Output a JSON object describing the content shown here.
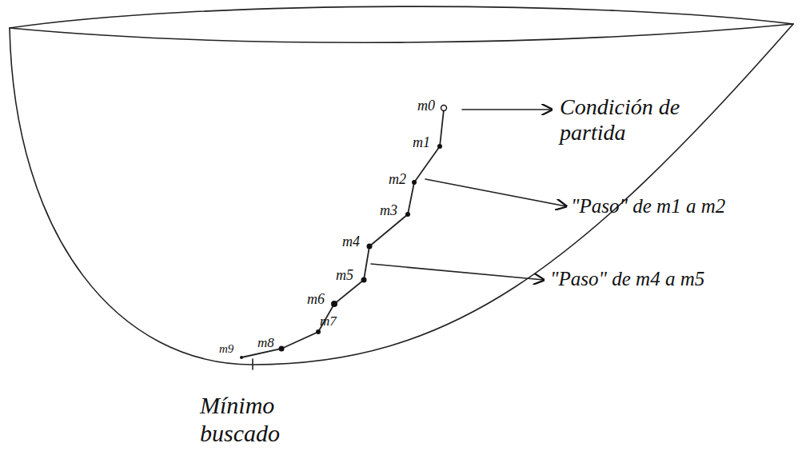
{
  "diagram": {
    "labels": [
      "m0",
      "m1",
      "m2",
      "m3",
      "m4",
      "m5",
      "m6",
      "m7",
      "m8",
      "m9",
      "Condición de partida",
      "\"Paso\" de m1 a m2",
      "\"Paso\" de m4 a m5",
      "Mínimo buscado"
    ]
  }
}
